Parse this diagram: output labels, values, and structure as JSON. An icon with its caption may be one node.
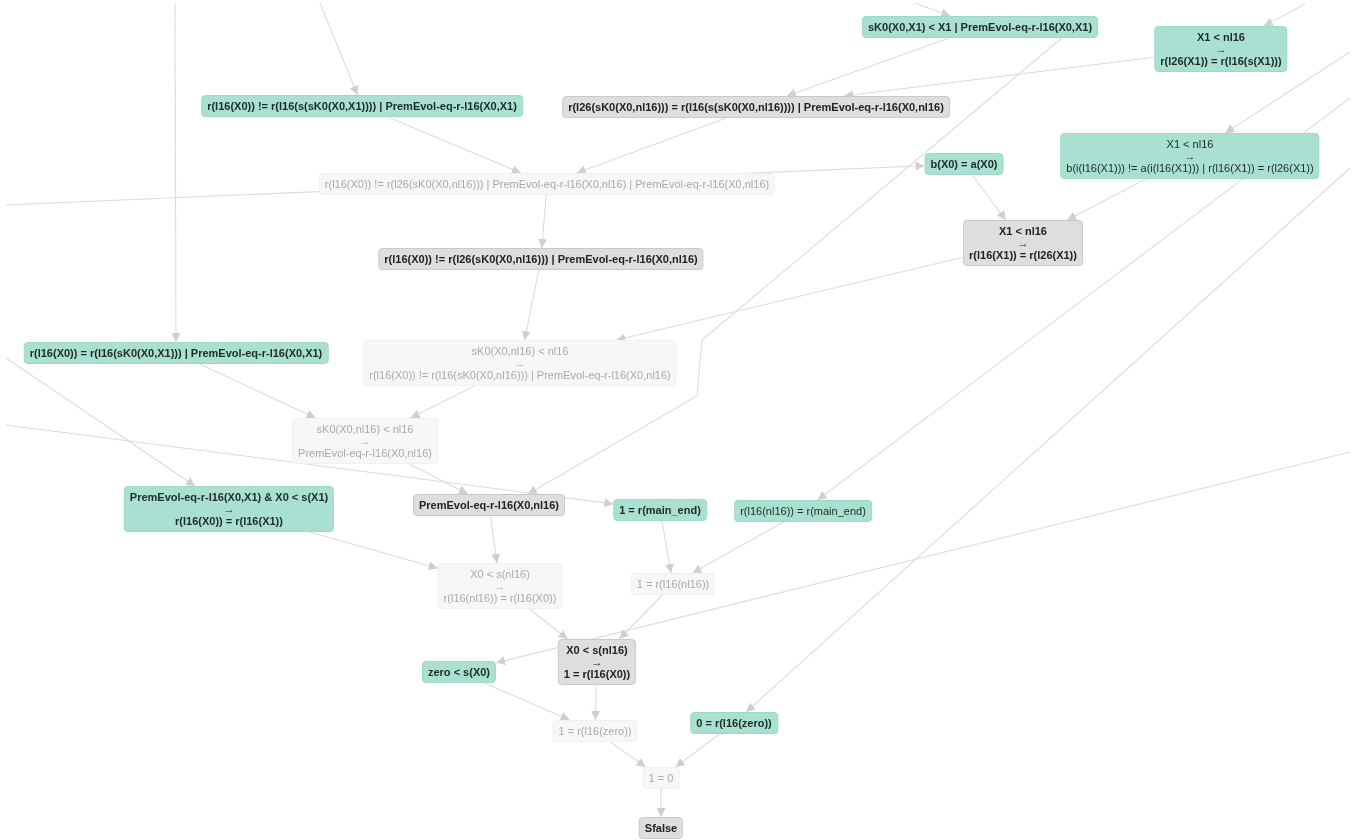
{
  "diagram": {
    "nodes": [
      {
        "text": [
          "sK0(X0,X1) < X1 | PremEvol-eq-r-l16(X0,X1)"
        ]
      },
      {
        "text": [
          "X1 < nl16",
          "→",
          "r(l26(X1)) = r(l16(s(X1)))"
        ]
      },
      {
        "text": [
          "r(l16(X0)) != r(l16(s(sK0(X0,X1)))) | PremEvol-eq-r-l16(X0,X1)"
        ]
      },
      {
        "text": [
          "r(l26(sK0(X0,nl16))) = r(l16(s(sK0(X0,nl16)))) | PremEvol-eq-r-l16(X0,nl16)"
        ]
      },
      {
        "text": [
          "X1 < nl16",
          "→",
          "b(i(l16(X1))) != a(i(l16(X1))) | r(l16(X1)) = r(l26(X1))"
        ]
      },
      {
        "text": [
          "r(l16(X0)) != r(l26(sK0(X0,nl16))) | PremEvol-eq-r-l16(X0,nl16) | PremEvol-eq-r-l16(X0,nl16)"
        ]
      },
      {
        "text": [
          "b(X0) = a(X0)"
        ]
      },
      {
        "text": [
          "X1 < nl16",
          "→",
          "r(l16(X1)) = r(l26(X1))"
        ]
      },
      {
        "text": [
          "r(l16(X0)) != r(l26(sK0(X0,nl16))) | PremEvol-eq-r-l16(X0,nl16)"
        ]
      },
      {
        "text": [
          "r(l16(X0)) = r(l16(sK0(X0,X1))) | PremEvol-eq-r-l16(X0,X1)"
        ]
      },
      {
        "text": [
          "sK0(X0,nl16) < nl16",
          "→",
          "r(l16(X0)) != r(l16(sK0(X0,nl16))) | PremEvol-eq-r-l16(X0,nl16)"
        ]
      },
      {
        "text": [
          "sK0(X0,nl16) < nl16",
          "→",
          "PremEvol-eq-r-l16(X0,nl16)"
        ]
      },
      {
        "text": [
          "PremEvol-eq-r-l16(X0,X1) & X0 < s(X1)",
          "→",
          "r(l16(X0)) = r(l16(X1))"
        ]
      },
      {
        "text": [
          "PremEvol-eq-r-l16(X0,nl16)"
        ]
      },
      {
        "text": [
          "1 = r(main_end)"
        ]
      },
      {
        "text": [
          "r(l16(nl16)) = r(main_end)"
        ]
      },
      {
        "text": [
          "X0 < s(nl16)",
          "→",
          "r(l16(nl16)) = r(l16(X0))"
        ]
      },
      {
        "text": [
          "1 = r(l16(nl16))"
        ]
      },
      {
        "text": [
          "X0 < s(nl16)",
          "→",
          "1 = r(l16(X0))"
        ]
      },
      {
        "text": [
          "zero < s(X0)"
        ]
      },
      {
        "text": [
          "1 = r(l16(zero))"
        ]
      },
      {
        "text": [
          "0 = r(l16(zero))"
        ]
      },
      {
        "text": [
          "1 = 0"
        ]
      },
      {
        "text": [
          "Sfalse"
        ]
      }
    ],
    "edges": [
      {
        "from": null,
        "to": 2,
        "arrow": "to"
      },
      {
        "from": null,
        "to": 9,
        "arrow": "to"
      },
      {
        "from": null,
        "to": 0,
        "arrow": "to"
      },
      {
        "from": null,
        "to": 1,
        "arrow": "to"
      },
      {
        "from": null,
        "to": 4,
        "arrow": "to"
      },
      {
        "from": 0,
        "to": 3,
        "arrow": "to"
      },
      {
        "from": 1,
        "to": 3,
        "arrow": "to"
      },
      {
        "from": 2,
        "to": 5,
        "arrow": "to"
      },
      {
        "from": 3,
        "to": 5,
        "arrow": "to"
      },
      {
        "from": null,
        "to": 6,
        "arrow": "to"
      },
      {
        "from": 5,
        "to": 8,
        "arrow": "to"
      },
      {
        "from": 6,
        "to": 7,
        "arrow": "to"
      },
      {
        "from": 4,
        "to": 7,
        "arrow": "to"
      },
      {
        "from": 8,
        "to": 10,
        "arrow": "to"
      },
      {
        "from": 7,
        "to": 10,
        "arrow": "to"
      },
      {
        "from": 0,
        "to": 13,
        "arrow": "to"
      },
      {
        "from": 9,
        "to": 11,
        "arrow": "to"
      },
      {
        "from": 10,
        "to": 11,
        "arrow": "to"
      },
      {
        "from": null,
        "to": 14,
        "arrow": "to"
      },
      {
        "from": null,
        "to": 12,
        "arrow": "to"
      },
      {
        "from": 11,
        "to": 13,
        "arrow": "to"
      },
      {
        "from": null,
        "to": 15,
        "arrow": "to"
      },
      {
        "from": null,
        "to": 21,
        "arrow": "to"
      },
      {
        "from": null,
        "to": 19,
        "arrow": "to"
      },
      {
        "from": 12,
        "to": 16,
        "arrow": "to"
      },
      {
        "from": 13,
        "to": 16,
        "arrow": "to"
      },
      {
        "from": 14,
        "to": 17,
        "arrow": "to"
      },
      {
        "from": 15,
        "to": 17,
        "arrow": "to"
      },
      {
        "from": 16,
        "to": 18,
        "arrow": "to"
      },
      {
        "from": 17,
        "to": 18,
        "arrow": "to"
      },
      {
        "from": 18,
        "to": 20,
        "arrow": "to"
      },
      {
        "from": 19,
        "to": 20,
        "arrow": "to"
      },
      {
        "from": 20,
        "to": 22,
        "arrow": "to"
      },
      {
        "from": 21,
        "to": 22,
        "arrow": "to"
      },
      {
        "from": 22,
        "to": 23,
        "arrow": "to"
      }
    ]
  }
}
